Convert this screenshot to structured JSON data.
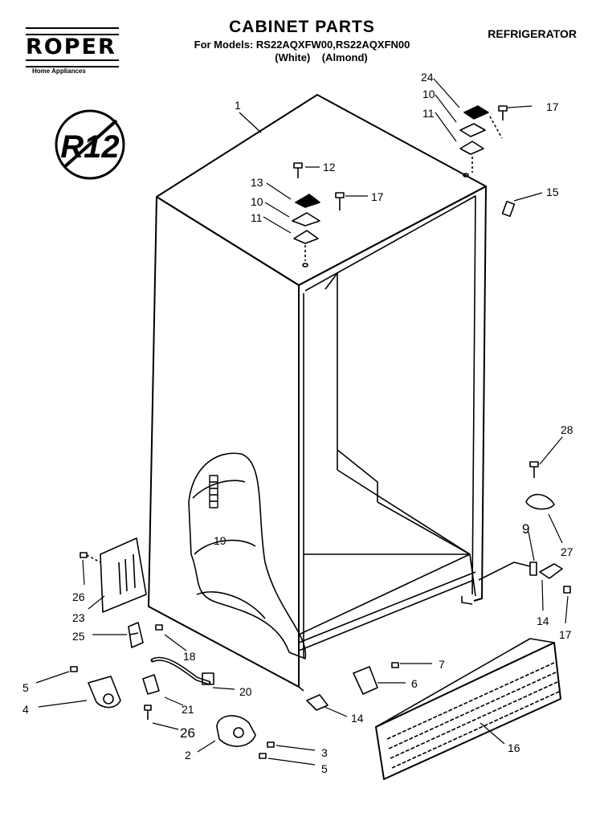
{
  "header": {
    "title": "CABINET PARTS",
    "models_line": "For Models: RS22AQXFW00,RS22AQXFN00",
    "colors_line": "(White)    (Almond)",
    "category": "REFRIGERATOR"
  },
  "logo": {
    "brand": "ROPER",
    "sub": "Home Appliances"
  },
  "badge": {
    "text": "R12"
  },
  "callouts": {
    "c1": "1",
    "c2": "2",
    "c3": "3",
    "c4": "4",
    "c5a": "5",
    "c5b": "5",
    "c6": "6",
    "c7": "7",
    "c9": "9",
    "c10a": "10",
    "c10b": "10",
    "c11a": "11",
    "c11b": "11",
    "c12": "12",
    "c13": "13",
    "c14a": "14",
    "c14b": "14",
    "c15": "15",
    "c16": "16",
    "c17a": "17",
    "c17b": "17",
    "c17c": "17",
    "c18": "18",
    "c19": "19",
    "c20": "20",
    "c21": "21",
    "c23": "23",
    "c24": "24",
    "c25": "25",
    "c26a": "26",
    "c26b": "26",
    "c27": "27",
    "c28": "28"
  }
}
